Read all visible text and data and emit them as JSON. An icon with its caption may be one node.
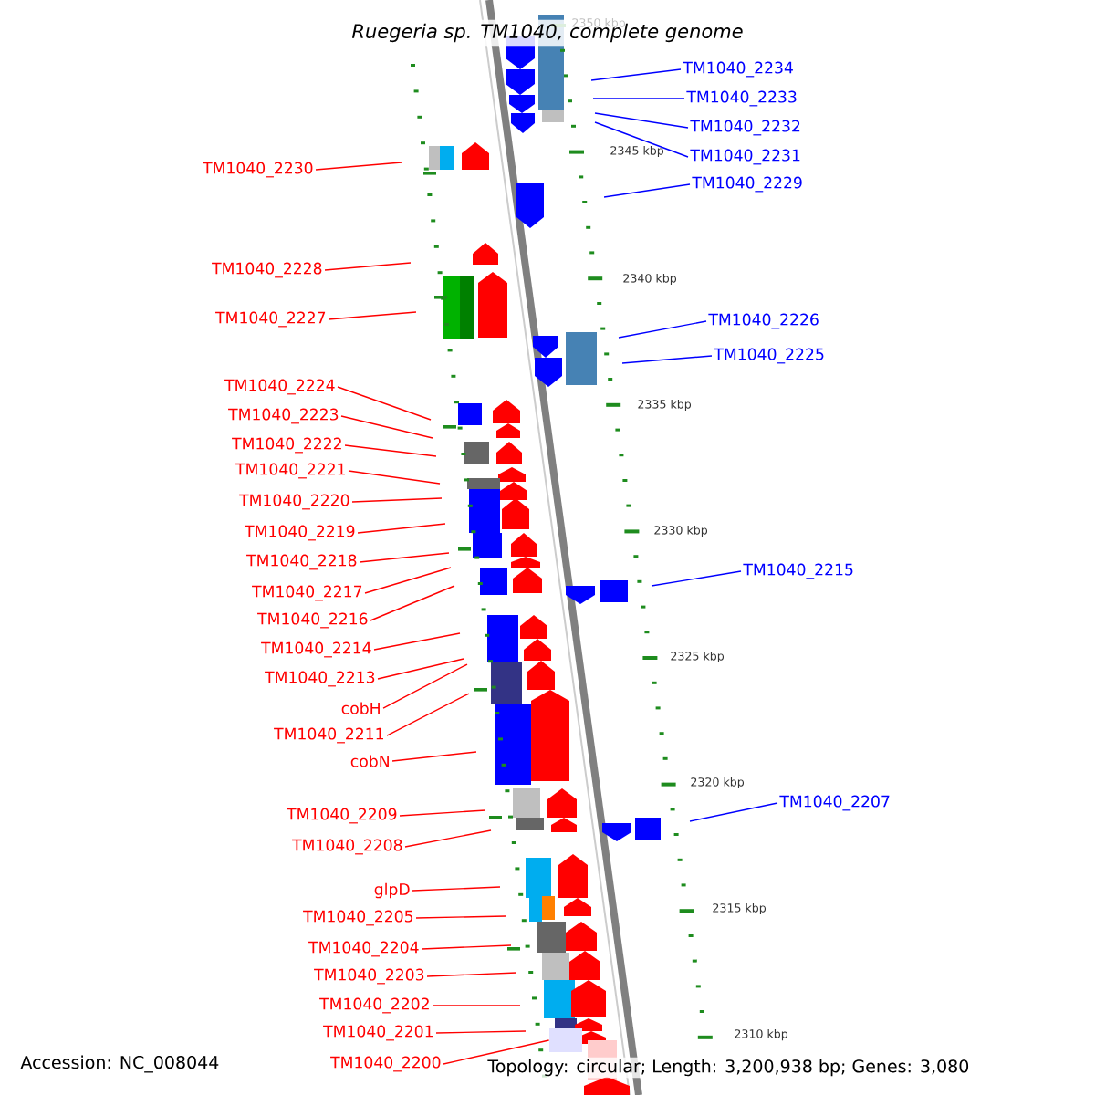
{
  "diagram": {
    "title": "*Ruegeria sp. TM1040, complete genome*",
    "nodes": [
      {
        "text": [
          "TM1040_2230"
        ]
      },
      {
        "text": [
          "TM1040_2228"
        ]
      },
      {
        "text": [
          "TM1040_2227"
        ]
      },
      {
        "text": [
          "TM1040_2224"
        ]
      },
      {
        "text": [
          "TM1040_2223"
        ]
      },
      {
        "text": [
          "TM1040_2222"
        ]
      },
      {
        "text": [
          "TM1040_2221"
        ]
      },
      {
        "text": [
          "TM1040_2220"
        ]
      },
      {
        "text": [
          "TM1040_2219"
        ]
      },
      {
        "text": [
          "TM1040_2218"
        ]
      },
      {
        "text": [
          "TM1040_2217"
        ]
      },
      {
        "text": [
          "TM1040_2216"
        ]
      },
      {
        "text": [
          "TM1040_2214"
        ]
      },
      {
        "text": [
          "TM1040_2213"
        ]
      },
      {
        "text": [
          "cobH"
        ]
      },
      {
        "text": [
          "TM1040_2211"
        ]
      },
      {
        "text": [
          "cobN"
        ]
      },
      {
        "text": [
          "TM1040_2209"
        ]
      },
      {
        "text": [
          "TM1040_2208"
        ]
      },
      {
        "text": [
          "glpD"
        ]
      },
      {
        "text": [
          "TM1040_2205"
        ]
      },
      {
        "text": [
          "TM1040_2204"
        ]
      },
      {
        "text": [
          "TM1040_2203"
        ]
      },
      {
        "text": [
          "TM1040_2202"
        ]
      },
      {
        "text": [
          "TM1040_2201"
        ]
      },
      {
        "text": [
          "TM1040_2200"
        ]
      },
      {
        "text": [
          "TM1040_2234"
        ]
      },
      {
        "text": [
          "TM1040_2233"
        ]
      },
      {
        "text": [
          "TM1040_2232"
        ]
      },
      {
        "text": [
          "TM1040_2231"
        ]
      },
      {
        "text": [
          "TM1040_2229"
        ]
      },
      {
        "text": [
          "TM1040_2226"
        ]
      },
      {
        "text": [
          "TM1040_2225"
        ]
      },
      {
        "text": [
          "TM1040_2215"
        ]
      },
      {
        "text": [
          "TM1040_2207"
        ]
      },
      {
        "text": [],
        "shape": "box"
      }
    ],
    "edges": [
      {
        "from": 0,
        "to": null,
        "arrow": "none"
      },
      {
        "from": 1,
        "to": null,
        "arrow": "none"
      },
      {
        "from": 2,
        "to": null,
        "arrow": "none"
      },
      {
        "from": 3,
        "to": null,
        "arrow": "none"
      },
      {
        "from": 4,
        "to": null,
        "arrow": "none"
      },
      {
        "from": 5,
        "to": null,
        "arrow": "none"
      },
      {
        "from": 6,
        "to": null,
        "arrow": "none"
      },
      {
        "from": 7,
        "to": null,
        "arrow": "none"
      },
      {
        "from": 8,
        "to": null,
        "arrow": "none"
      },
      {
        "from": 9,
        "to": null,
        "arrow": "none"
      },
      {
        "from": 10,
        "to": null,
        "arrow": "none"
      },
      {
        "from": 11,
        "to": null,
        "arrow": "none"
      },
      {
        "from": 12,
        "to": null,
        "arrow": "none"
      },
      {
        "from": 13,
        "to": null,
        "arrow": "none"
      },
      {
        "from": 14,
        "to": null,
        "arrow": "none"
      },
      {
        "from": 15,
        "to": null,
        "arrow": "none"
      },
      {
        "from": 16,
        "to": null,
        "arrow": "none"
      },
      {
        "from": 17,
        "to": null,
        "arrow": "none"
      },
      {
        "from": 18,
        "to": null,
        "arrow": "none"
      },
      {
        "from": 19,
        "to": null,
        "arrow": "none"
      },
      {
        "from": 20,
        "to": null,
        "arrow": "none"
      },
      {
        "from": 21,
        "to": null,
        "arrow": "none"
      },
      {
        "from": 22,
        "to": null,
        "arrow": "none"
      },
      {
        "from": 23,
        "to": null,
        "arrow": "none"
      },
      {
        "from": 24,
        "to": null,
        "arrow": "none"
      },
      {
        "from": 25,
        "to": 35,
        "arrow": "none"
      },
      {
        "from": 26,
        "to": null,
        "arrow": "none",
        "color": "#0000ff"
      },
      {
        "from": 27,
        "to": null,
        "arrow": "none",
        "color": "#0000ff"
      },
      {
        "from": 28,
        "to": null,
        "arrow": "none",
        "color": "#0000ff"
      },
      {
        "from": 29,
        "to": null,
        "arrow": "none",
        "color": "#0000ff"
      },
      {
        "from": 30,
        "to": null,
        "arrow": "none",
        "color": "#0000ff"
      },
      {
        "from": 31,
        "to": null,
        "arrow": "none",
        "color": "#0000ff"
      },
      {
        "from": 32,
        "to": null,
        "arrow": "none",
        "color": "#0000ff"
      },
      {
        "from": 33,
        "to": null,
        "arrow": "none",
        "color": "#0000ff"
      },
      {
        "from": 34,
        "to": null,
        "arrow": "none",
        "color": "#0000ff"
      }
    ],
    "labels": [
      "2350 kbp",
      "2345 kbp",
      "2340 kbp",
      "2335 kbp",
      "2330 kbp",
      "2325 kbp",
      "2320 kbp",
      "2315 kbp",
      "2310 kbp",
      "Accession: NC_008044",
      "Topology: circular; Length: 3,200,938 bp; Genes: 3,080"
    ]
  }
}
